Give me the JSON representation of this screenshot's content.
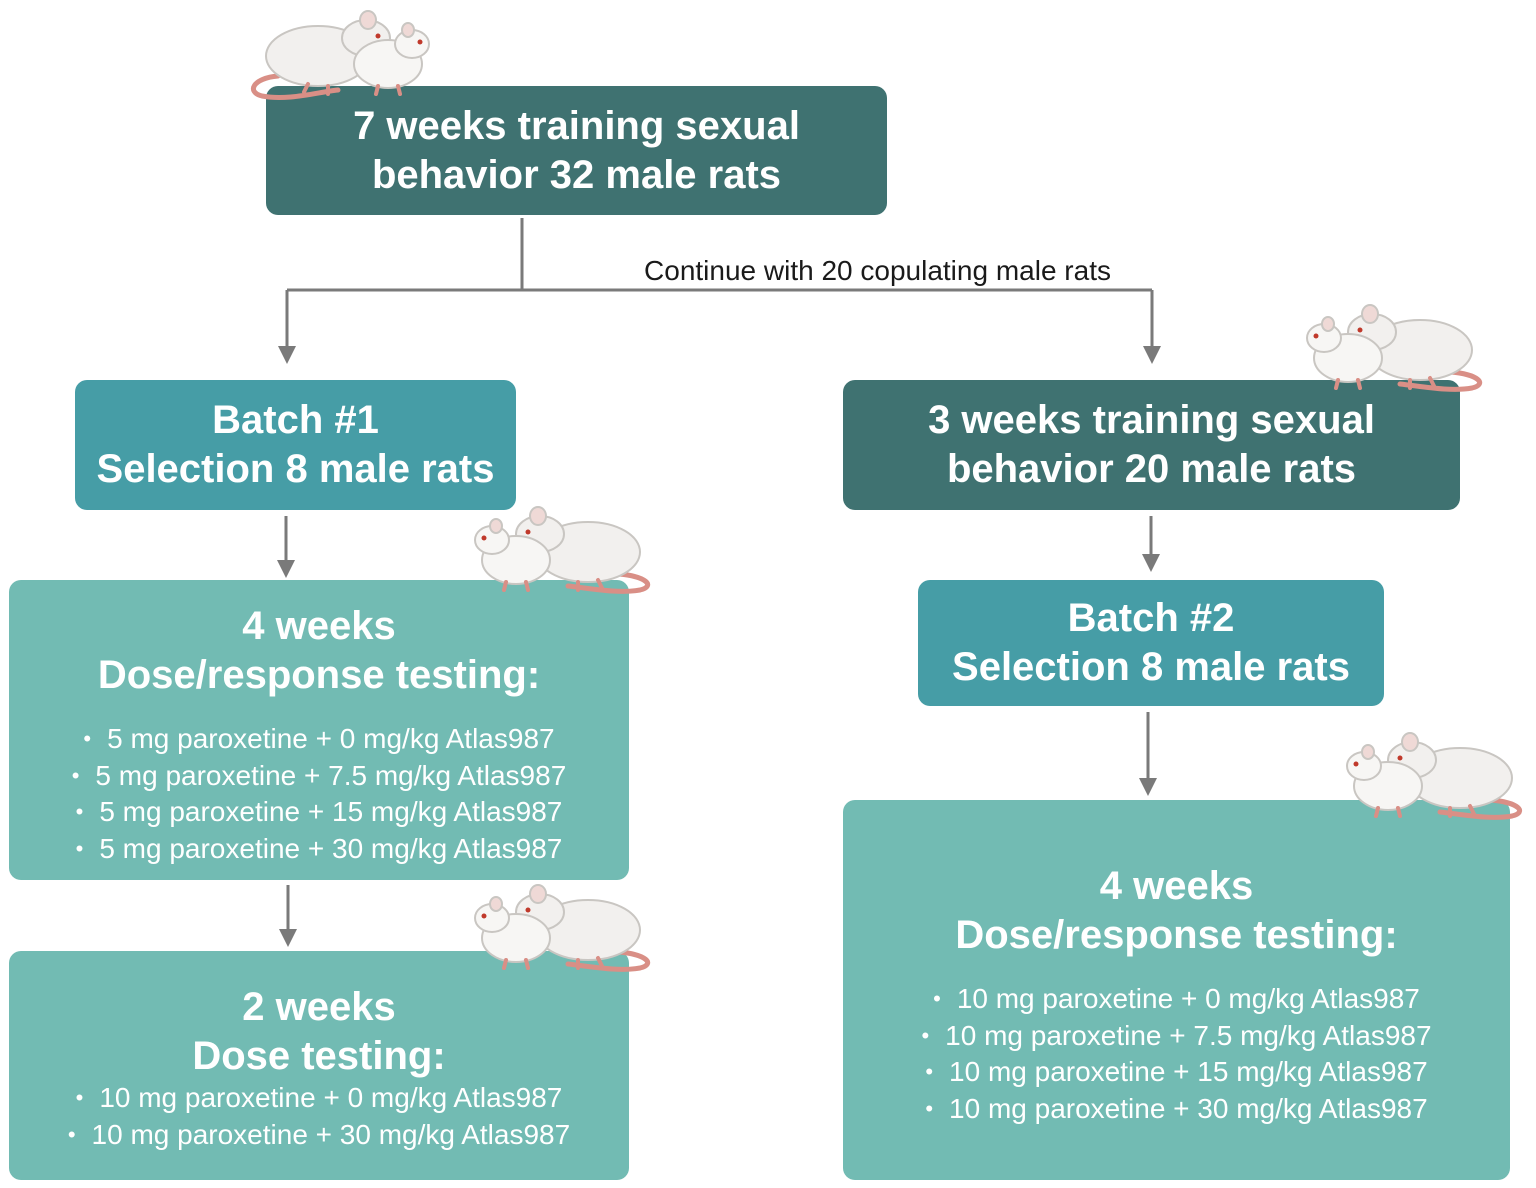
{
  "colors": {
    "dark_box": "#3f7271",
    "mid_box": "#469da6",
    "light_box": "#72bbb3",
    "connector": "#7a7a7a",
    "text_on_box": "#ffffff",
    "note_text": "#1a1a1a"
  },
  "nodes": {
    "top": {
      "lines": [
        "7 weeks training sexual",
        "behavior 32 male rats"
      ]
    },
    "batch1": {
      "lines": [
        "Batch #1",
        "Selection 8 male rats"
      ]
    },
    "retrain": {
      "lines": [
        "3 weeks training sexual",
        "behavior 20 male rats"
      ]
    },
    "batch2": {
      "lines": [
        "Batch #2",
        "Selection 8 male rats"
      ]
    },
    "dose_left": {
      "lines": [
        "4 weeks",
        "Dose/response testing:"
      ],
      "items": [
        "5 mg paroxetine + 0 mg/kg Atlas987",
        "5 mg paroxetine + 7.5 mg/kg Atlas987",
        "5 mg paroxetine + 15 mg/kg Atlas987",
        "5 mg paroxetine + 30 mg/kg Atlas987"
      ]
    },
    "dose_2w": {
      "lines": [
        "2 weeks",
        "Dose testing:"
      ],
      "items": [
        "10 mg paroxetine + 0 mg/kg Atlas987",
        "10 mg paroxetine + 30 mg/kg Atlas987"
      ]
    },
    "dose_right": {
      "lines": [
        "4 weeks",
        "Dose/response testing:"
      ],
      "items": [
        "10 mg paroxetine + 0 mg/kg Atlas987",
        "10 mg paroxetine + 7.5 mg/kg Atlas987",
        "10 mg paroxetine + 15 mg/kg Atlas987",
        "10 mg paroxetine + 30 mg/kg Atlas987"
      ]
    }
  },
  "edge_label": "Continue with 20 copulating male rats",
  "icons": [
    "rat-pair-icon"
  ]
}
